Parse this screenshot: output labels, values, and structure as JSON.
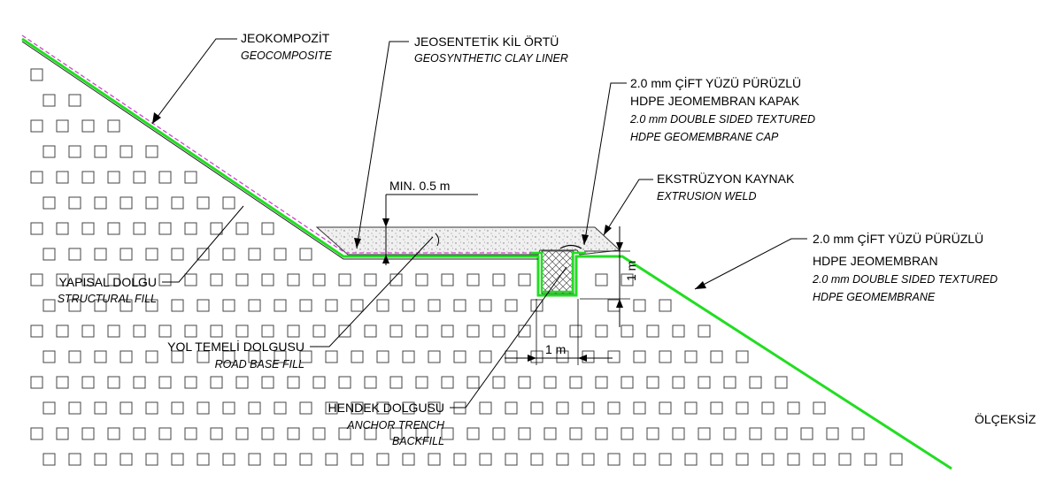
{
  "labels": {
    "geocomposite": {
      "tr": "JEOKOMPOZİT",
      "en": "GEOCOMPOSITE"
    },
    "gcl": {
      "tr": "JEOSENTETİK KİL ÖRTÜ",
      "en": "GEOSYNTHETIC CLAY LINER"
    },
    "cap": {
      "tr1": "2.0 mm ÇİFT YÜZÜ PÜRÜZLÜ",
      "tr2": "HDPE JEOMEMBRAN KAPAK",
      "en1": "2.0 mm DOUBLE SIDED TEXTURED",
      "en2": "HDPE GEOMEMBRANE CAP"
    },
    "weld": {
      "tr": "EKSTRÜZYON KAYNAK",
      "en": "EXTRUSION WELD"
    },
    "membrane": {
      "tr1": "2.0 mm ÇİFT YÜZÜ PÜRÜZLÜ",
      "tr2": "HDPE JEOMEMBRAN",
      "en1": "2.0 mm DOUBLE SIDED TEXTURED",
      "en2": "HDPE GEOMEMBRANE"
    },
    "structural_fill": {
      "tr": "YAPISAL DOLGU",
      "en": "STRUCTURAL FILL"
    },
    "road_base": {
      "tr": "YOL TEMELİ DOLGUSU",
      "en": "ROAD BASE FILL"
    },
    "trench_fill": {
      "tr": "HENDEK DOLGUSU",
      "en1": "ANCHOR TRENCH",
      "en2": "BACKFILL"
    },
    "min_depth": "MIN. 0.5 m",
    "trench_depth": "1 m",
    "trench_width": "1 m",
    "scale_note": "ÖLÇEKSİZ"
  },
  "colors": {
    "geomembrane": "#22dd22",
    "geocomposite": "#cc44cc",
    "gcl_line": "#222222",
    "leader": "#000000"
  }
}
